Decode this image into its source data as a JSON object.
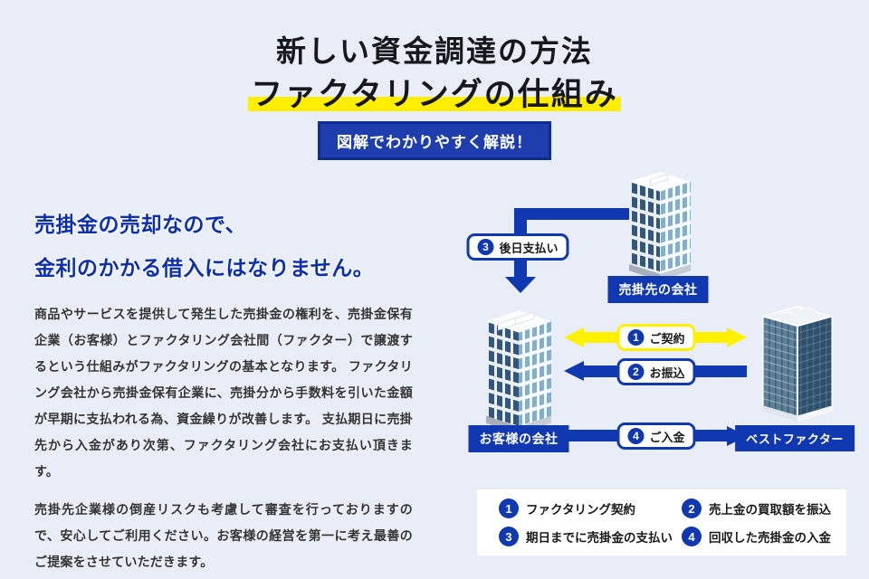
{
  "page": {
    "title_line1": "新しい資金調達の方法",
    "title_line2": "ファクタリングの仕組み",
    "badge": "図解でわかりやすく解説！"
  },
  "colors": {
    "bg": "#e8edf8",
    "primary_blue": "#1038b0",
    "badge_fill": "#1e3eae",
    "badge_border": "#0e2d94",
    "yellow": "#fdf100",
    "highlight_yellow": "#ffee00",
    "heading_blue": "#0d2fae",
    "body_text": "#333333",
    "title_black": "#17181c"
  },
  "left": {
    "heading_line1": "売掛金の売却なので、",
    "heading_line2": "金利のかかる借入にはなりません。",
    "paragraph1": "商品やサービスを提供して発生した売掛金の権利を、売掛金保有企業（お客様）とファクタリング会社間（ファクター）で譲渡するという仕組みがファクタリングの基本となります。 ファクタリング会社から売掛金保有企業に、売掛分から手数料を引いた金額が早期に支払われる為、資金繰りが改善します。 支払期日に売掛先から入金があり次第、ファクタリング会社にお支払い頂きます。",
    "paragraph2": "売掛先企業様の倒産リスクも考慮して審査を行っておりますので、安心してご利用ください。お客様の経営を第一に考え最善のご提案をさせていただきます。"
  },
  "diagram": {
    "entities": [
      {
        "id": "seller",
        "label": "売掛先の会社"
      },
      {
        "id": "customer",
        "label": "お客様の会社"
      },
      {
        "id": "factor",
        "label": "ベストファクター"
      }
    ],
    "arrows": [
      {
        "num": "3",
        "label": "後日支払い",
        "color": "blue",
        "direction": "down"
      },
      {
        "num": "1",
        "label": "ご契約",
        "color": "yellow",
        "direction": "both"
      },
      {
        "num": "2",
        "label": "お振込",
        "color": "blue",
        "direction": "left"
      },
      {
        "num": "4",
        "label": "ご入金",
        "color": "blue",
        "direction": "right"
      }
    ],
    "legend": [
      {
        "num": "1",
        "label": "ファクタリング契約"
      },
      {
        "num": "2",
        "label": "売上金の買取額を振込"
      },
      {
        "num": "3",
        "label": "期日までに売掛金の支払い"
      },
      {
        "num": "4",
        "label": "回収した売掛金の入金"
      }
    ]
  }
}
